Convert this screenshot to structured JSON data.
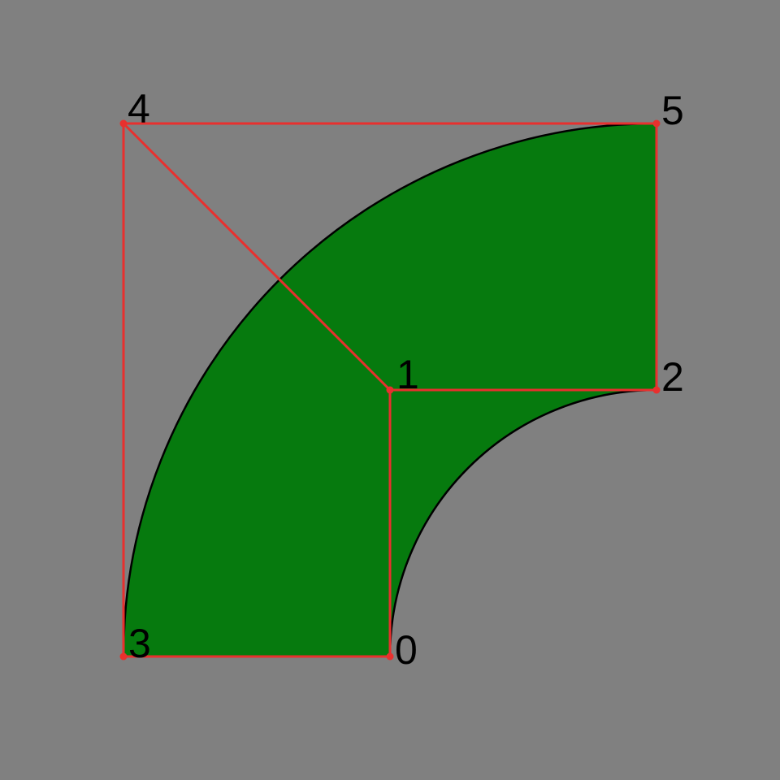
{
  "colors": {
    "background": "#808080",
    "fill": "#067A0E",
    "outline": "#000000",
    "wireframe": "#E8302E"
  },
  "vertices": [
    {
      "id": "0",
      "label": "0"
    },
    {
      "id": "1",
      "label": "1"
    },
    {
      "id": "2",
      "label": "2"
    },
    {
      "id": "3",
      "label": "3"
    },
    {
      "id": "4",
      "label": "4"
    },
    {
      "id": "5",
      "label": "5"
    }
  ],
  "edges": [
    [
      "0",
      "1"
    ],
    [
      "1",
      "2"
    ],
    [
      "2",
      "5"
    ],
    [
      "5",
      "4"
    ],
    [
      "4",
      "3"
    ],
    [
      "3",
      "0"
    ],
    [
      "1",
      "4"
    ]
  ]
}
